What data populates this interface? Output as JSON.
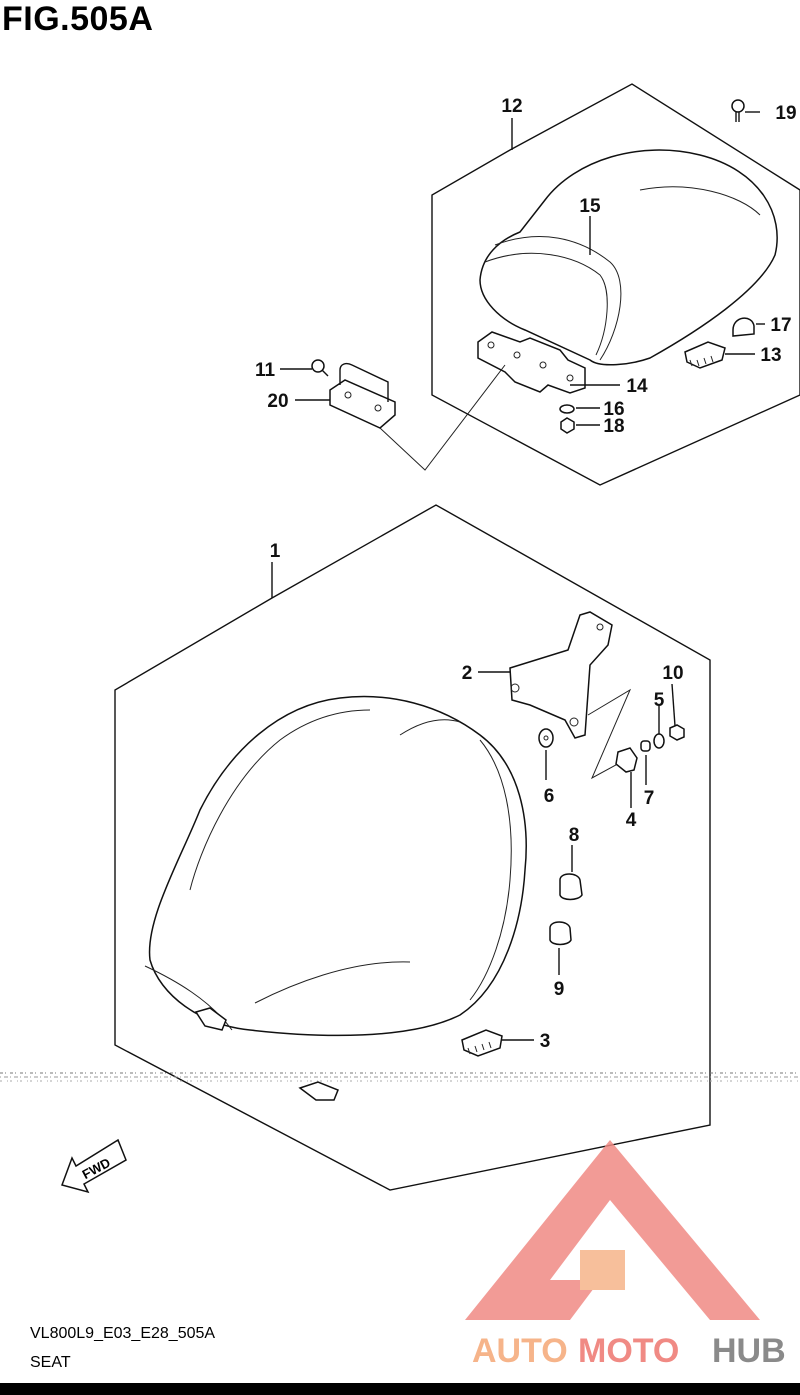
{
  "figure": {
    "title": "FIG.505A"
  },
  "footer": {
    "model_code": "VL800L9_E03_E28_505A",
    "section_name": "SEAT"
  },
  "direction_arrow": {
    "label": "FWD"
  },
  "logo": {
    "words": [
      "AUTO",
      "MOTO",
      "HUB"
    ],
    "colors": {
      "auto": "#f6b48a",
      "moto": "#f08a84",
      "hub": "#8a8a8a",
      "triangle": "#f08a84"
    }
  },
  "callouts": {
    "c1": "1",
    "c2": "2",
    "c3": "3",
    "c4": "4",
    "c5": "5",
    "c6": "6",
    "c7": "7",
    "c8": "8",
    "c9": "9",
    "c10": "10",
    "c11": "11",
    "c12": "12",
    "c13": "13",
    "c14": "14",
    "c15": "15",
    "c16": "16",
    "c17": "17",
    "c18": "18",
    "c19": "19",
    "c20": "20"
  }
}
